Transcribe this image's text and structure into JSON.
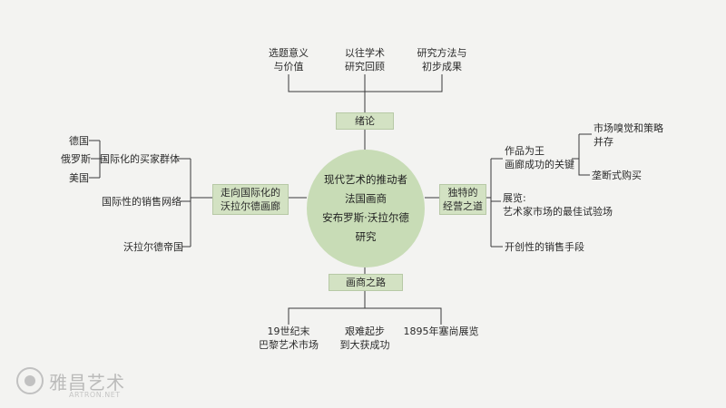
{
  "center": {
    "text": "现代艺术的推动者\n法国画商\n安布罗斯·沃拉尔德\n研究"
  },
  "top": {
    "hub": "绪论",
    "items": [
      "选题意义\n与价值",
      "以往学术\n研究回顾",
      "研究方法与\n初步成果"
    ]
  },
  "bottom": {
    "hub": "画商之路",
    "items": [
      "19世纪末\n巴黎艺术市场",
      "艰难起步\n到大获成功",
      "1895年塞尚展览"
    ]
  },
  "left": {
    "hub": "走向国际化的\n沃拉尔德画廊",
    "items": [
      "国际化的买家群体",
      "国际性的销售网络",
      "沃拉尔德帝国"
    ],
    "sub_items": [
      "德国",
      "俄罗斯",
      "美国"
    ]
  },
  "right": {
    "hub": "独特的\n经营之道",
    "items": [
      "作品为王\n画廊成功的关键",
      "展览:\n艺术家市场的最佳试验场",
      "开创性的销售手段"
    ],
    "sub_items": [
      "市场嗅觉和策略\n并存",
      "垄断式购买"
    ]
  },
  "watermark": {
    "text": "雅昌艺术",
    "sub": "ARTRON.NET"
  },
  "colors": {
    "line": "#3a3a3a",
    "box": "#d3e2c3",
    "circle": "#c8dcb6",
    "background": "#f3f3f1"
  }
}
